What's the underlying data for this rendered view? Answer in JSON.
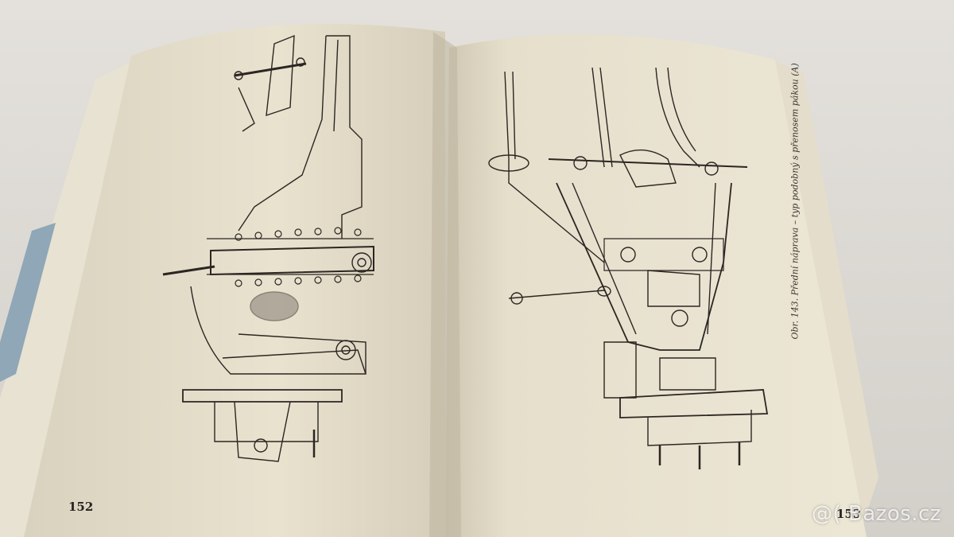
{
  "left_page": {
    "page_number": "152"
  },
  "right_page": {
    "page_number": "153",
    "caption": "Obr. 143. Přední náprava – typ podobný s přenosem pákou (A)"
  },
  "watermark": "@( Bazos.cz",
  "colors": {
    "paper": "#ece4d1",
    "ink": "#2b2622",
    "background": "#d8d5cf"
  }
}
